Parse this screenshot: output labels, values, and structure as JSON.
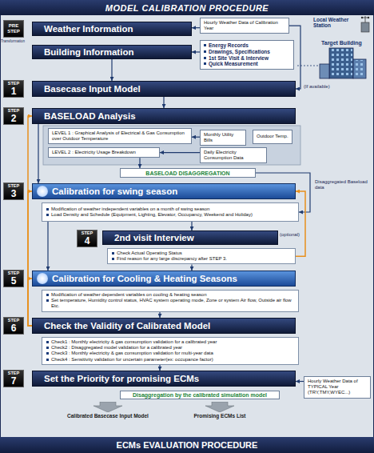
{
  "diagram": {
    "title": "MODEL CALIBRATION PROCEDURE",
    "nodes": [
      {
        "text": [
          "PRE STEP"
        ]
      },
      {
        "text": [
          "Weather Information"
        ]
      },
      {
        "text": [
          "Hourly Weather Data of Calibration Year"
        ]
      },
      {
        "text": [
          "Building Information"
        ]
      },
      {
        "text": [
          "Energy Records",
          "Drawings, Specifications",
          "1st Site Visit & Interview",
          "Quick Measurement"
        ]
      },
      {
        "text": [
          "STEP",
          "1"
        ]
      },
      {
        "text": [
          "Basecase Input Model"
        ]
      },
      {
        "text": [
          "STEP",
          "2"
        ]
      },
      {
        "text": [
          "BASELOAD Analysis"
        ]
      },
      {
        "text": [
          "LEVEL 1 : Graphical Analysis of Electrical & Gas Consumption over Outdoor Temperature"
        ]
      },
      {
        "text": [
          "Monthly Utility Bills"
        ]
      },
      {
        "text": [
          "Outdoor Temp."
        ]
      },
      {
        "text": [
          "LEVEL 2 : Electricity Usage Breakdown"
        ]
      },
      {
        "text": [
          "Daily Electricity Consumption Data"
        ]
      },
      {
        "text": [
          "BASELOAD DISAGGREGATION"
        ]
      },
      {
        "text": [
          "STEP",
          "3"
        ]
      },
      {
        "text": [
          "Calibration for swing season"
        ]
      },
      {
        "text": [
          "Modification of weather independent variables on a month of swing season",
          "Load Density and Schedule (Equipment, Lighting, Elevator, Occupancy, Weekend and Holiday)"
        ]
      },
      {
        "text": [
          "STEP",
          "4"
        ]
      },
      {
        "text": [
          "2nd visit Interview"
        ]
      },
      {
        "text": [
          "Check Actual Operating Status",
          "Find reason for any large discrepancy after STEP 3."
        ]
      },
      {
        "text": [
          "STEP",
          "5"
        ]
      },
      {
        "text": [
          "Calibration for Cooling & Heating Seasons"
        ]
      },
      {
        "text": [
          "Modification of weather dependent variables on cooling & heating season",
          "Set temperature, Humidity control status, HVAC system operating mode, Zone or system Air flow, Outside air flow Etc."
        ]
      },
      {
        "text": [
          "STEP",
          "6"
        ]
      },
      {
        "text": [
          "Check the Validity of Calibrated Model"
        ]
      },
      {
        "text": [
          "Check1 : Monthly electricity & gas consumption validation for a calibrated year",
          "Check2 : Disaggregated model validation for a calibrated year",
          "Check3 : Monthly electricity & gas consumption validation for multi-year data",
          "Check4 : Sensitivity validation for uncertain parameter(ex: occupance factor)"
        ]
      },
      {
        "text": [
          "STEP",
          "7"
        ]
      },
      {
        "text": [
          "Set the Priority for promising ECMs"
        ]
      },
      {
        "text": [
          "Disaggregation by the calibrated simulation model"
        ]
      },
      {
        "text": [
          "Calibrated Basecase Input Model"
        ]
      },
      {
        "text": [
          "Promising ECMs List"
        ]
      },
      {
        "text": [
          "Hourly Weather Data of TYPICAL Year (TRY,TMY,WYEC...)"
        ]
      },
      {
        "text": [
          "ECMs EVALUATION PROCEDURE"
        ]
      }
    ],
    "edges": [
      {
        "from": 2,
        "to": 1,
        "arrow": "to"
      },
      {
        "from": 4,
        "to": 3,
        "arrow": "to"
      },
      {
        "from": 2,
        "to": 6,
        "arrow": "to"
      },
      {
        "from": 3,
        "to": 6,
        "arrow": "to"
      },
      {
        "from": 6,
        "to": 8,
        "arrow": "to"
      },
      {
        "from": 10,
        "to": 9,
        "arrow": "to"
      },
      {
        "from": 13,
        "to": 12,
        "arrow": "to"
      },
      {
        "from": 12,
        "to": 14,
        "arrow": "to"
      },
      {
        "from": 14,
        "to": 17,
        "arrow": "to"
      },
      {
        "from": 8,
        "to": 16,
        "arrow": "to"
      },
      {
        "from": 17,
        "to": 19,
        "arrow": "to"
      },
      {
        "from": 17,
        "to": 22,
        "arrow": "to"
      },
      {
        "from": 20,
        "to": 22,
        "arrow": "to"
      },
      {
        "from": 23,
        "to": 25,
        "arrow": "to"
      },
      {
        "from": 26,
        "to": 28,
        "arrow": "to"
      },
      {
        "from": 32,
        "to": 28,
        "arrow": "to"
      },
      {
        "from": 25,
        "to": 8,
        "arrow": "to"
      },
      {
        "from": 25,
        "to": 16,
        "arrow": "to"
      },
      {
        "from": 25,
        "to": 22,
        "arrow": "to"
      },
      {
        "from": 20,
        "to": 16,
        "arrow": "to"
      }
    ],
    "labels": [
      "Transformation",
      "Local Weather Station",
      "Target Building",
      "(If available)",
      "Disaggregated Baseload data",
      "(optional)"
    ]
  }
}
